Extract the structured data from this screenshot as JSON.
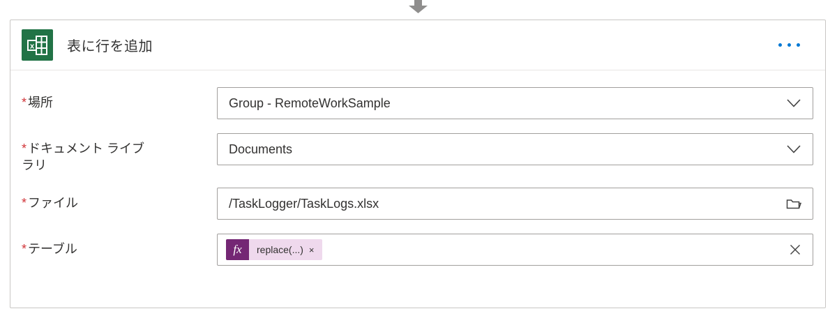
{
  "connector": {
    "arrow": "down-arrow"
  },
  "card": {
    "header": {
      "title": "表に行を追加",
      "icon": "excel-icon",
      "menu": "more-options-ellipsis"
    },
    "required_marker": "*",
    "fields": [
      {
        "label": "場所",
        "value": "Group - RemoteWorkSample",
        "control": "dropdown"
      },
      {
        "label": "ドキュメント ライブラリ",
        "value": "Documents",
        "control": "dropdown"
      },
      {
        "label": "ファイル",
        "value": "/TaskLogger/TaskLogs.xlsx",
        "control": "file-picker"
      },
      {
        "label": "テーブル",
        "value": "",
        "control": "expression",
        "token": {
          "badge": "fx",
          "text": "replace(...)",
          "remove": "×"
        }
      }
    ],
    "colors": {
      "excel_green": "#217346",
      "menu_blue": "#0078d4",
      "required_red": "#d13438",
      "token_badge_bg": "#742774",
      "token_bg": "#efd9ed",
      "arrow_gray": "#8f8e8d"
    }
  }
}
